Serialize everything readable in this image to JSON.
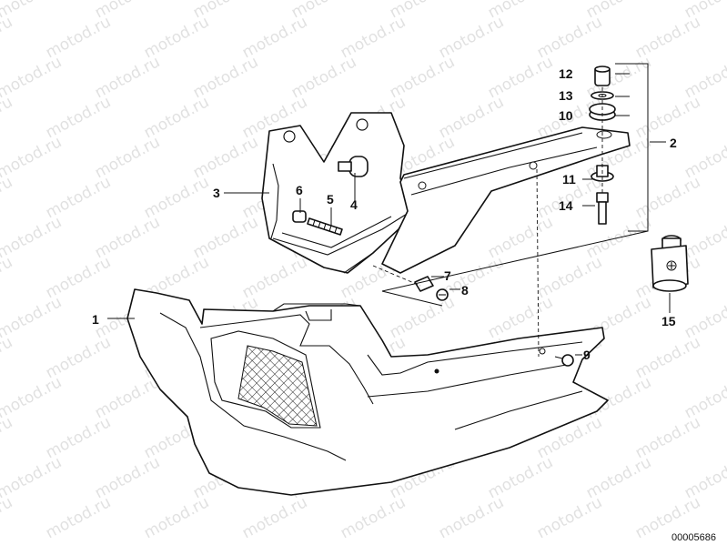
{
  "diagram": {
    "watermark": "motod.ru",
    "reference_number": "00005686",
    "callouts": [
      {
        "label": "1"
      },
      {
        "label": "2"
      },
      {
        "label": "3"
      },
      {
        "label": "4"
      },
      {
        "label": "5"
      },
      {
        "label": "6"
      },
      {
        "label": "7"
      },
      {
        "label": "8"
      },
      {
        "label": "9"
      },
      {
        "label": "10"
      },
      {
        "label": "11"
      },
      {
        "label": "12"
      },
      {
        "label": "13"
      },
      {
        "label": "14"
      },
      {
        "label": "15"
      }
    ]
  }
}
